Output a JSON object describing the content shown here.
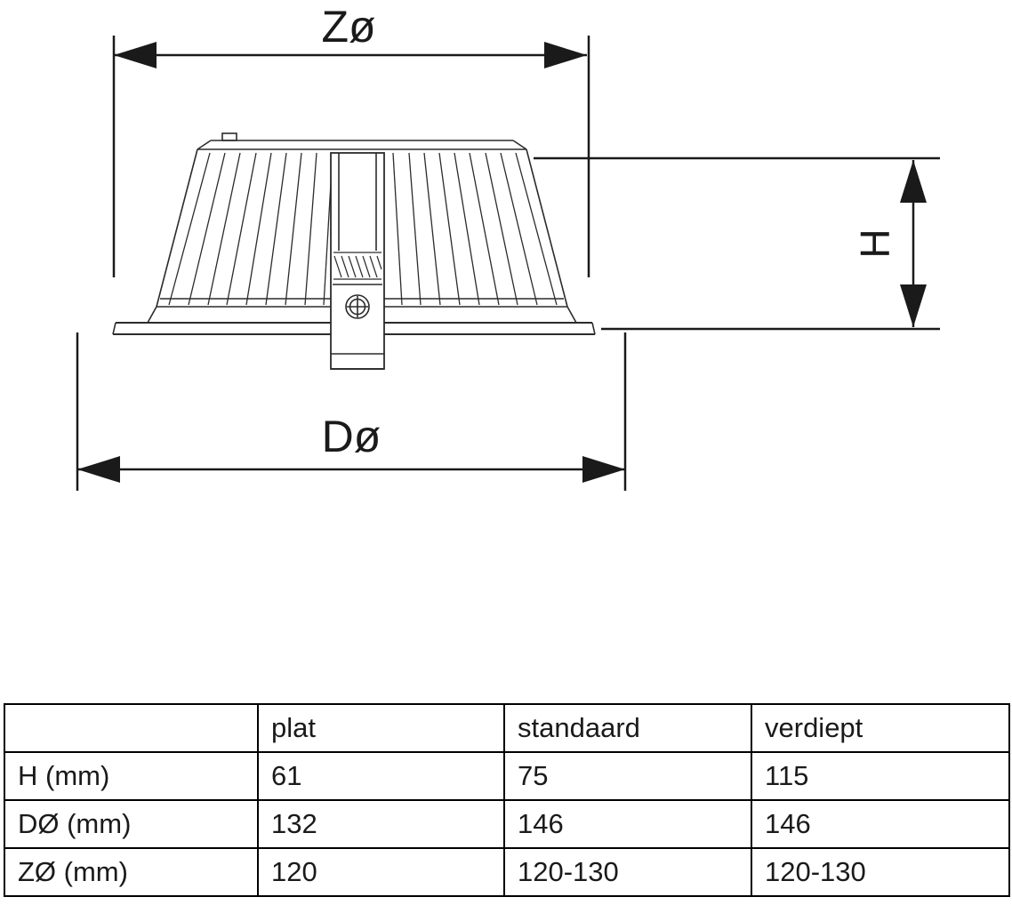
{
  "diagram": {
    "zo_label": "Zø",
    "do_label": "Dø",
    "h_label": "H"
  },
  "table": {
    "headers": [
      "",
      "plat",
      "standaard",
      "verdiept"
    ],
    "rows": [
      {
        "label": "H (mm)",
        "values": [
          "61",
          "75",
          "115"
        ]
      },
      {
        "label": "DØ (mm)",
        "values": [
          "132",
          "146",
          "146"
        ]
      },
      {
        "label": "ZØ (mm)",
        "values": [
          "120",
          "120-130",
          "120-130"
        ]
      }
    ]
  }
}
